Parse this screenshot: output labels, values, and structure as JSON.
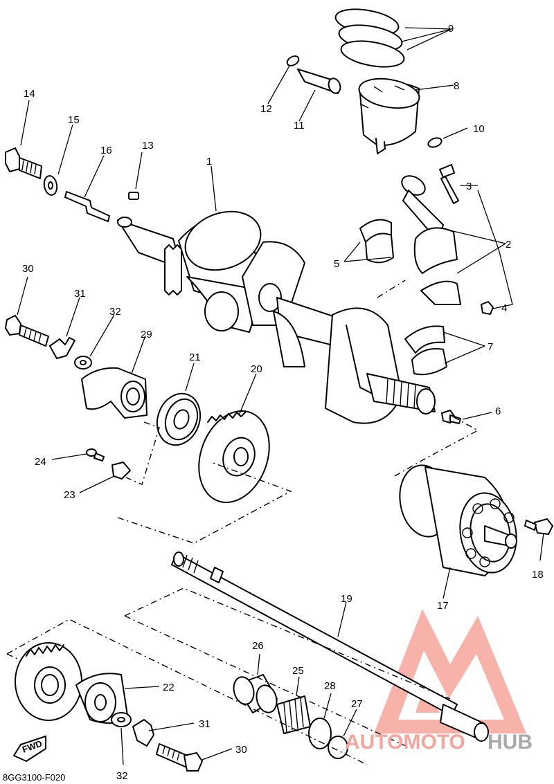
{
  "diagram_code": "8GG3100-F020",
  "fwd_label": "FWD",
  "watermark": {
    "brand_a": "AUTOMOTO",
    "brand_b": "HUB",
    "color_a": "#f6a59c",
    "color_b": "#a9a9a9"
  },
  "callouts": {
    "c1": "1",
    "c2": "2",
    "c3": "3",
    "c4": "4",
    "c5": "5",
    "c6": "6",
    "c7": "7",
    "c8": "8",
    "c9": "9",
    "c10": "10",
    "c11": "11",
    "c12": "12",
    "c13": "13",
    "c14": "14",
    "c15": "15",
    "c16": "16",
    "c17": "17",
    "c18": "18",
    "c19": "19",
    "c20": "20",
    "c21": "21",
    "c22": "22",
    "c23": "23",
    "c24": "24",
    "c25": "25",
    "c26": "26",
    "c27": "27",
    "c28": "28",
    "c29": "29",
    "c30a": "30",
    "c30b": "30",
    "c31a": "31",
    "c31b": "31",
    "c32a": "32",
    "c32b": "32"
  }
}
